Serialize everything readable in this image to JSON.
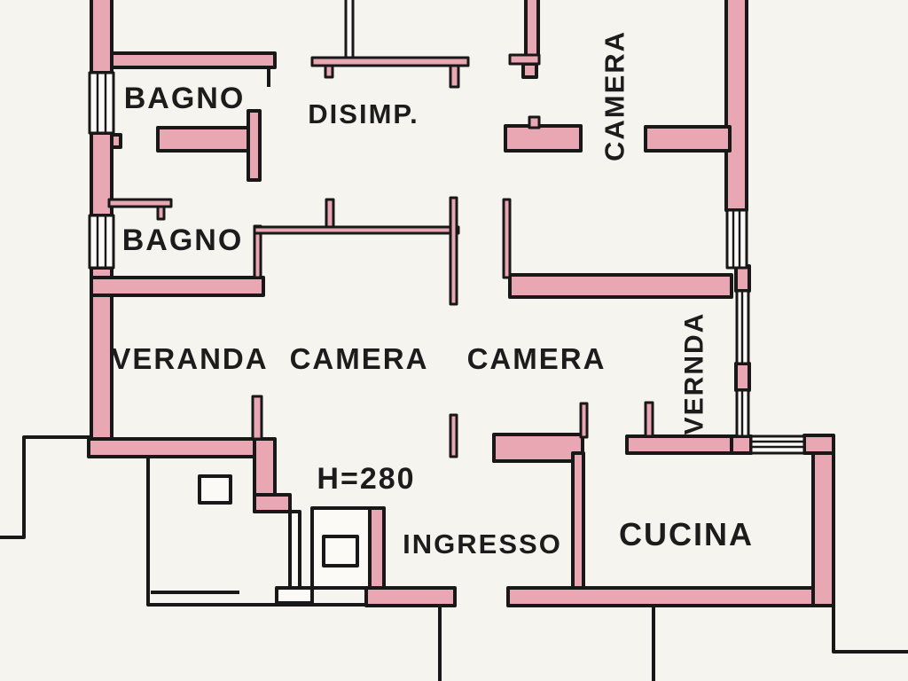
{
  "colors": {
    "background": "#f6f4ef",
    "paper": "#fbfaf7",
    "wall_fill": "#e9a7b3",
    "line": "#181818",
    "text": "#1c1c1c"
  },
  "labels": {
    "bagno_1": "BAGNO",
    "disimp": "DISIMP.",
    "camera_top": "CAMERA",
    "bagno_2": "BAGNO",
    "veranda": "VERANDA",
    "camera_1": "CAMERA",
    "camera_2": "CAMERA",
    "vernda": "VERNDA",
    "ceiling_height": "H=280",
    "ingresso": "INGRESSO",
    "cucina": "CUCINA"
  }
}
